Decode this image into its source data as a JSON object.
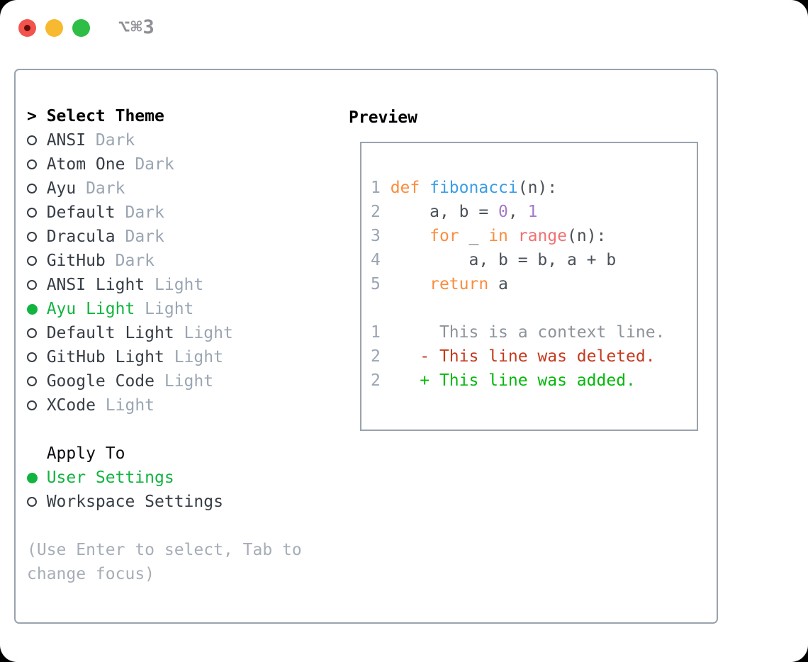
{
  "window": {
    "title_shortcut": "⌥⌘3"
  },
  "theme_panel": {
    "header_prefix": ">",
    "header": "Select Theme",
    "items": [
      {
        "name": "ANSI",
        "variant": "Dark",
        "selected": false
      },
      {
        "name": "Atom One",
        "variant": "Dark",
        "selected": false
      },
      {
        "name": "Ayu",
        "variant": "Dark",
        "selected": false
      },
      {
        "name": "Default",
        "variant": "Dark",
        "selected": false
      },
      {
        "name": "Dracula",
        "variant": "Dark",
        "selected": false
      },
      {
        "name": "GitHub",
        "variant": "Dark",
        "selected": false
      },
      {
        "name": "ANSI Light",
        "variant": "Light",
        "selected": false
      },
      {
        "name": "Ayu Light",
        "variant": "Light",
        "selected": true
      },
      {
        "name": "Default Light",
        "variant": "Light",
        "selected": false
      },
      {
        "name": "GitHub Light",
        "variant": "Light",
        "selected": false
      },
      {
        "name": "Google Code",
        "variant": "Light",
        "selected": false
      },
      {
        "name": "XCode",
        "variant": "Light",
        "selected": false
      }
    ],
    "apply_to": {
      "header": "Apply To",
      "options": [
        {
          "label": "User Settings",
          "selected": true
        },
        {
          "label": "Workspace Settings",
          "selected": false
        }
      ]
    },
    "help_text": "(Use Enter to select, Tab to change focus)"
  },
  "preview": {
    "header": "Preview",
    "code_lines": [
      {
        "num": "1",
        "tokens": [
          [
            "def",
            "kw"
          ],
          [
            " ",
            "fg"
          ],
          [
            "fibonacci",
            "fn"
          ],
          [
            "(n):",
            "fg"
          ]
        ]
      },
      {
        "num": "2",
        "tokens": [
          [
            "    a, b = ",
            "fg"
          ],
          [
            "0",
            "num"
          ],
          [
            ", ",
            "fg"
          ],
          [
            "1",
            "num"
          ]
        ]
      },
      {
        "num": "3",
        "tokens": [
          [
            "    ",
            "fg"
          ],
          [
            "for",
            "kw"
          ],
          [
            " _ ",
            "fg"
          ],
          [
            "in",
            "kw"
          ],
          [
            " ",
            "fg"
          ],
          [
            "range",
            "call"
          ],
          [
            "(n):",
            "fg"
          ]
        ]
      },
      {
        "num": "4",
        "tokens": [
          [
            "        a, b = b, a + b",
            "fg"
          ]
        ]
      },
      {
        "num": "5",
        "tokens": [
          [
            "    ",
            "fg"
          ],
          [
            "return",
            "kw"
          ],
          [
            " a",
            "fg"
          ]
        ]
      }
    ],
    "diff_lines": [
      {
        "num": "1",
        "tokens": [
          [
            "     This is a context line.",
            "ctx"
          ]
        ]
      },
      {
        "num": "2",
        "tokens": [
          [
            "   - This line was deleted.",
            "del"
          ]
        ]
      },
      {
        "num": "2",
        "tokens": [
          [
            "   + This line was added.",
            "add"
          ]
        ]
      }
    ]
  },
  "colors": {
    "accent": "#12B440",
    "ink": "#363D45",
    "muted": "#9AA5B2",
    "help": "#A6ADB7",
    "border": "#99A3AE",
    "shortcut": "#8E9095",
    "code-fg": "#4B5158",
    "kw": "#FA8D3E",
    "fn": "#399EE6",
    "call": "#F07171",
    "num": "#A37ACC",
    "ctx": "#8D939A",
    "del": "#C43A1E",
    "add": "#00B80A",
    "tl-red": "#F2544D",
    "tl-red-dot": "#630D0A",
    "tl-yellow": "#F7B92F",
    "tl-green": "#2EBE46"
  }
}
